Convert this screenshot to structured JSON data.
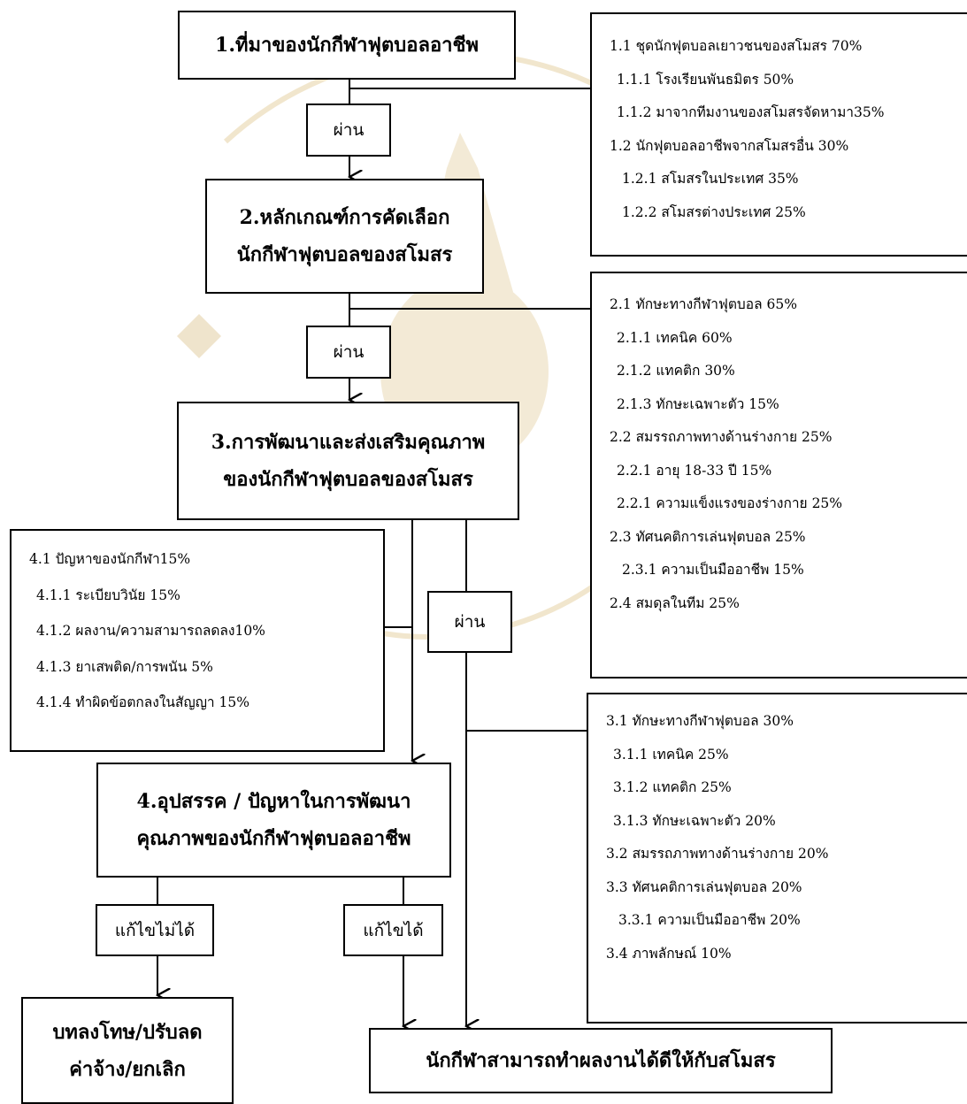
{
  "main_boxes": {
    "box1": "1.ที่มาของนักกีฬาฟุตบอลอาชีพ",
    "box2_line1": "2.หลักเกณฑ์การคัดเลือก",
    "box2_line2": "นักกีฬาฟุตบอลของสโมสร",
    "box3_line1": "3.การพัฒนาและส่งเสริมคุณภาพ",
    "box3_line2": "ของนักกีฬาฟุตบอลของสโมสร",
    "box4_line1": "4.อุปสรรค / ปัญหาในการพัฒนา",
    "box4_line2": "คุณภาพของนักกีฬาฟุตบอลอาชีพ",
    "penalty_line1": "บทลงโทษ/ปรับลด",
    "penalty_line2": "ค่าจ้าง/ยกเลิก",
    "outcome": "นักกีฬาสามารถทำผลงานได้ดีให้กับสโมสร"
  },
  "labels": {
    "pass1": "ผ่าน",
    "pass2": "ผ่าน",
    "pass3": "ผ่าน",
    "unsolvable": "แก้ไขไม่ได้",
    "solvable": "แก้ไขได้"
  },
  "source_box": [
    "1.1 ชุดนักฟุตบอลเยาวชนของสโมสร 70%",
    "1.1.1 โรงเรียนพันธมิตร 50%",
    "1.1.2 มาจากทีมงานของสโมสรจัดหามา35%",
    "1.2 นักฟุตบอลอาชีพจากสโมสรอื่น 30%",
    "1.2.1 สโมสรในประเทศ 35%",
    "1.2.2 สโมสรต่างประเทศ 25%"
  ],
  "selection_box": [
    "2.1 ทักษะทางกีฬาฟุตบอล 65%",
    "2.1.1 เทคนิค 60%",
    "2.1.2 แทคติก 30%",
    "2.1.3 ทักษะเฉพาะตัว 15%",
    "2.2 สมรรถภาพทางด้านร่างกาย 25%",
    "2.2.1 อายุ 18-33 ปี 15%",
    "2.2.1 ความแข็งแรงของร่างกาย 25%",
    "2.3 ทัศนคติการเล่นฟุตบอล 25%",
    "2.3.1 ความเป็นมืออาชีพ 15%",
    "2.4 สมดุลในทีม 25%"
  ],
  "problem_box": [
    "4.1 ปัญหาของนักกีฬา15%",
    "4.1.1 ระเบียบวินัย 15%",
    "4.1.2 ผลงาน/ความสามารถลดลง10%",
    "4.1.3 ยาเสพติด/การพนัน 5%",
    "4.1.4 ทำผิดข้อตกลงในสัญญา 15%"
  ],
  "development_box": [
    "3.1 ทักษะทางกีฬาฟุตบอล 30%",
    "3.1.1 เทคนิค 25%",
    "3.1.2 แทคติก 25%",
    "3.1.3 ทักษะเฉพาะตัว 20%",
    "3.2 สมรรถภาพทางด้านร่างกาย 20%",
    "3.3 ทัศนคติการเล่นฟุตบอล 20%",
    "3.3.1 ความเป็นมืออาชีพ 20%",
    "3.4 ภาพลักษณ์ 10%"
  ]
}
